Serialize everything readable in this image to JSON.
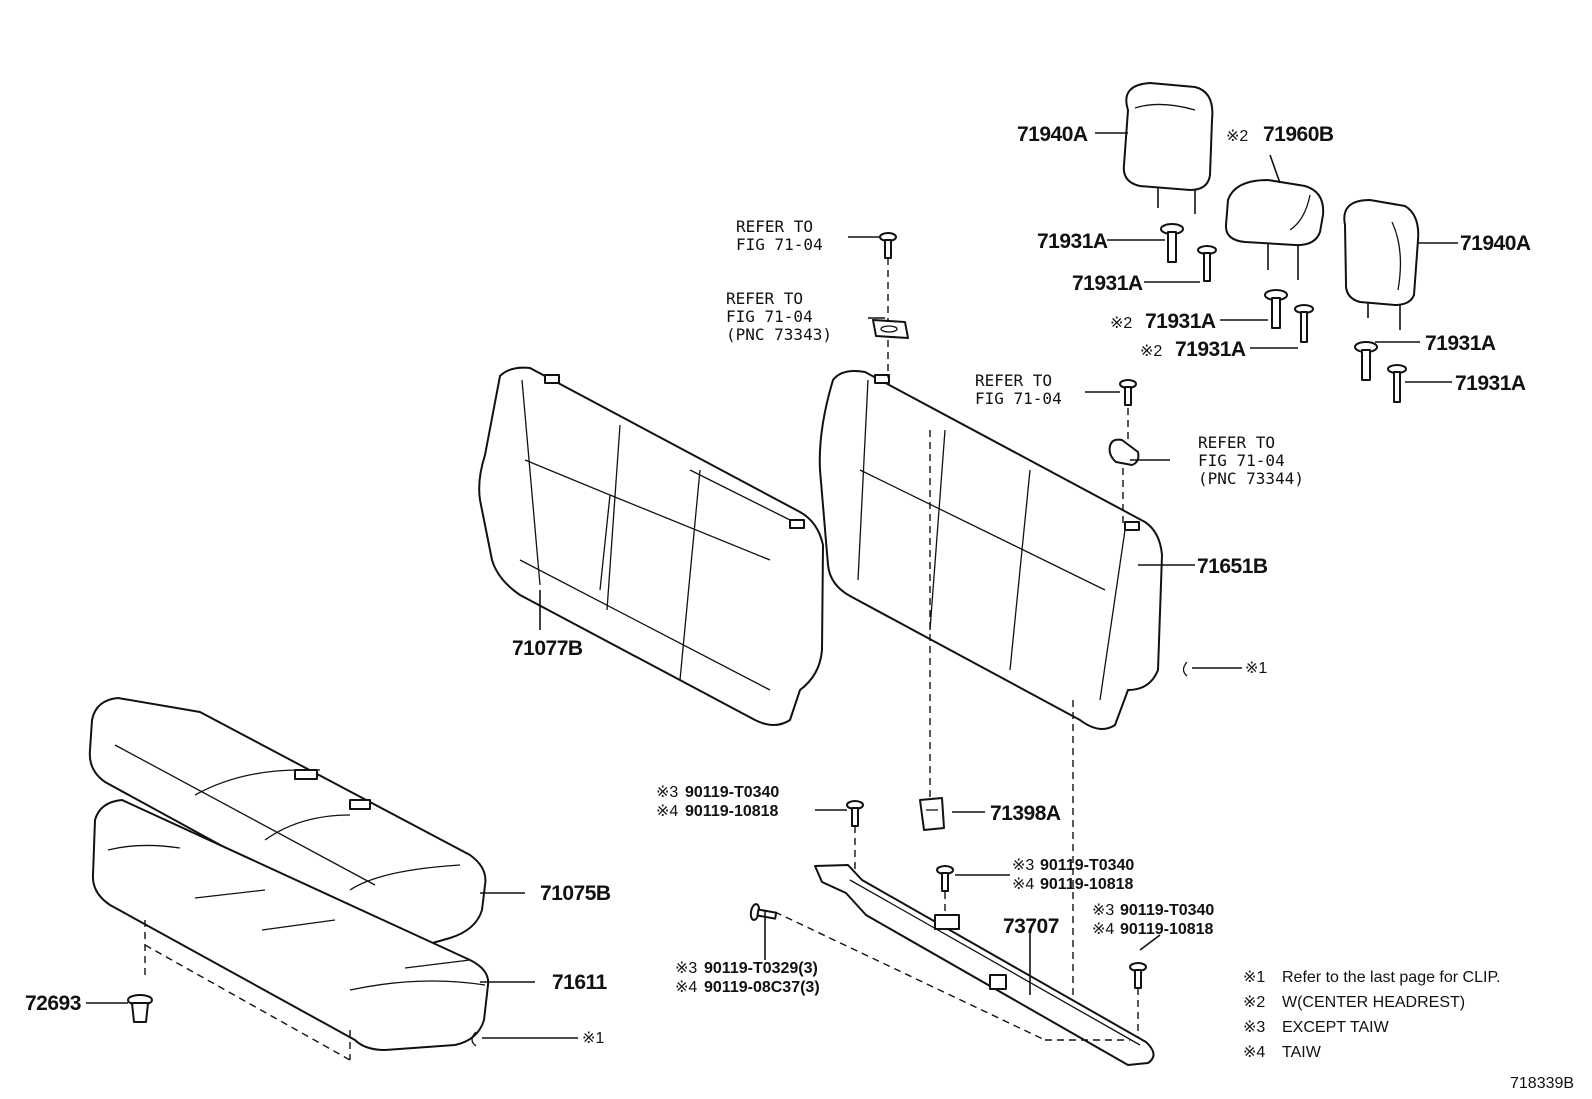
{
  "diagram": {
    "figure_number": "718339B",
    "parts": {
      "headrest_left": "71940A",
      "headrest_center": "71960B",
      "headrest_center_mark": "※2",
      "headrest_right": "71940A",
      "support_1": "71931A",
      "support_2": "71931A",
      "support_3": "71931A",
      "support_3_mark": "※2",
      "support_4": "71931A",
      "support_4_mark": "※2",
      "support_5": "71931A",
      "support_6": "71931A",
      "seatback_cover": "71077B",
      "seatback_pad": "71651B",
      "cushion_cover": "71075B",
      "cushion_pad": "71611",
      "clip_lower": "72693",
      "hook": "71398A",
      "hinge": "73707",
      "clip_mark_right": "※1",
      "clip_mark_bottom": "※1"
    },
    "refs": {
      "ref1": [
        "REFER TO",
        "FIG 71-04"
      ],
      "ref2": [
        "REFER TO",
        "FIG 71-04",
        "(PNC 73343)"
      ],
      "ref3": [
        "REFER TO",
        "FIG 71-04"
      ],
      "ref4": [
        "REFER TO",
        "FIG 71-04",
        "(PNC 73344)"
      ]
    },
    "bolts": {
      "b1": [
        [
          "※3",
          "90119-T0340"
        ],
        [
          "※4",
          "90119-10818"
        ]
      ],
      "b2": [
        [
          "※3",
          "90119-T0340"
        ],
        [
          "※4",
          "90119-10818"
        ]
      ],
      "b3": [
        [
          "※3",
          "90119-T0340"
        ],
        [
          "※4",
          "90119-10818"
        ]
      ],
      "b4": [
        [
          "※3",
          "90119-T0329(3)"
        ],
        [
          "※4",
          "90119-08C37(3)"
        ]
      ]
    },
    "legend": [
      [
        "※1",
        "Refer to the last page for CLIP."
      ],
      [
        "※2",
        "W(CENTER HEADREST)"
      ],
      [
        "※3",
        "EXCEPT TAIW"
      ],
      [
        "※4",
        "TAIW"
      ]
    ]
  }
}
